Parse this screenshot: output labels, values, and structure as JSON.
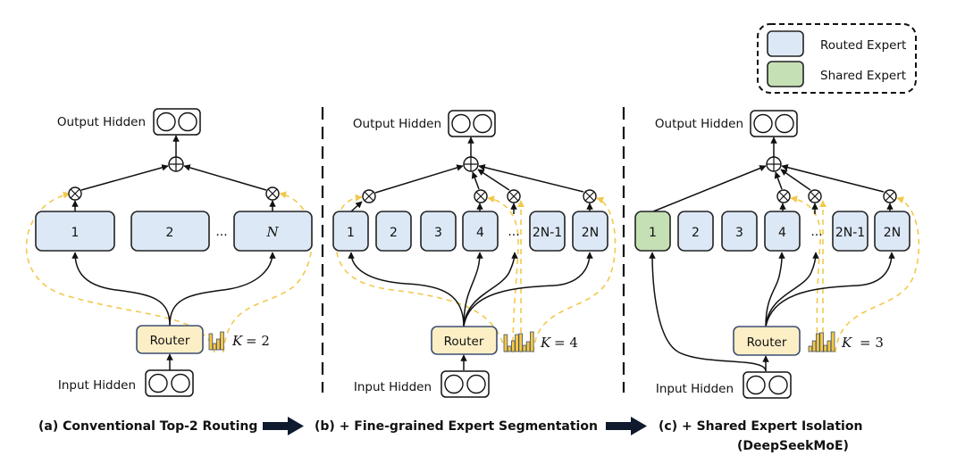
{
  "colors": {
    "routed_expert_fill": "#dde8f6",
    "shared_expert_fill": "#c5e0b4",
    "router_fill": "#fcefc6",
    "router_stroke": "#3d4f73",
    "gate_line": "#f2c94c",
    "bar_fill": "#f5c842",
    "bar_stroke": "#3d4f73"
  },
  "legend": {
    "routed_label": "Routed Expert",
    "shared_label": "Shared Expert"
  },
  "panels": [
    {
      "id": "a",
      "output_label": "Output Hidden",
      "input_label": "Input Hidden",
      "router_label": "Router",
      "k_label": "K",
      "k_value": "= 2",
      "experts": [
        "1",
        "2",
        "N"
      ],
      "ellipsis": "...",
      "activated": [
        "1",
        "N"
      ],
      "caption": "(a) Conventional Top-2 Routing"
    },
    {
      "id": "b",
      "output_label": "Output Hidden",
      "input_label": "Input Hidden",
      "router_label": "Router",
      "k_label": "K",
      "k_value": "= 4",
      "experts": [
        "1",
        "2",
        "3",
        "4",
        "2N-1",
        "2N"
      ],
      "ellipsis": "...",
      "activated": [
        "1",
        "4",
        "...",
        "2N"
      ],
      "caption": "(b) + Fine-grained Expert Segmentation"
    },
    {
      "id": "c",
      "output_label": "Output Hidden",
      "input_label": "Input Hidden",
      "router_label": "Router",
      "k_label": "K",
      "k_value": "= 3",
      "experts": [
        "1",
        "2",
        "3",
        "4",
        "2N-1",
        "2N"
      ],
      "shared_experts": [
        "1"
      ],
      "ellipsis": "...",
      "activated": [
        "4",
        "...",
        "2N"
      ],
      "caption": "(c) + Shared Expert Isolation",
      "caption_sub": "(DeepSeekMoE)"
    }
  ],
  "icons": {
    "sum": "circle-plus",
    "multiply": "circle-times",
    "hidden_state": "two-circles",
    "score_histogram": "bar-chart",
    "flow_arrow": "right-arrow"
  }
}
